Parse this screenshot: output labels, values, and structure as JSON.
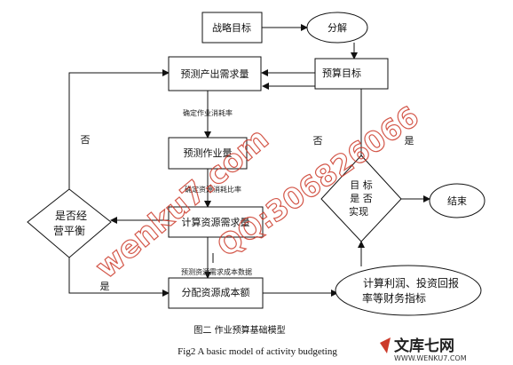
{
  "nodes": {
    "strategy_goal": "战略目标",
    "decompose": "分解",
    "budget_target": "预算目标",
    "predict_output_demand": "预测产出需求量",
    "predict_activity": "预测作业量",
    "calc_resource_demand": "计算资源需求量",
    "allocate_resource_cost": "分配资源成本额",
    "balance_line1": "是否经",
    "balance_line2": "营平衡",
    "target_line1": "目  标",
    "target_line2": "是  否",
    "target_line3": "实现",
    "end": "结束",
    "financial_line1": "计算利润、投资回报",
    "financial_line2": "率等财务指标"
  },
  "edge_labels": {
    "determine_consumption_rate": "确定作业消耗率",
    "determine_resource_ratio": "确定资源消耗比率",
    "predict_resource_cost_data": "预测资源需求成本数据",
    "balance_no": "否",
    "balance_yes": "是",
    "target_no": "否",
    "target_yes": "是"
  },
  "caption": {
    "cn": "图二  作业预算基础模型",
    "en": "Fig2      A basic model of activity budgeting"
  },
  "watermark": {
    "text1": "wenku7.com",
    "text2": "QQ:306826066"
  },
  "logo": {
    "main": "文库七网",
    "url": "WWW.WENKU7.COM"
  },
  "colors": {
    "line": "#111111",
    "watermark": "#cc3a2a"
  }
}
